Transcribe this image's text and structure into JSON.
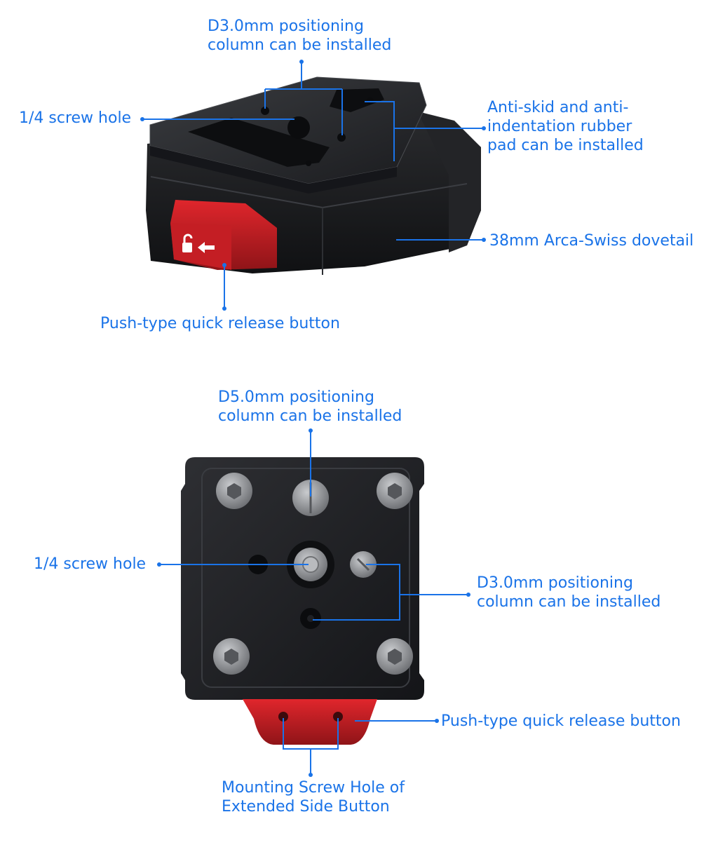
{
  "colors": {
    "annotation": "#1a73e8",
    "body_dark": "#1c1d20",
    "button_red": "#c41e24",
    "screw_silver": "#8d8f92"
  },
  "icons": {
    "lock": "unlock-icon",
    "arrow": "arrow-left-icon"
  },
  "top_view": {
    "labels": {
      "positioning_d3": [
        "D3.0mm positioning",
        "column can be installed"
      ],
      "screw_hole": "1/4 screw hole",
      "rubber_pad": [
        "Anti-skid and anti-",
        "indentation rubber",
        "pad can be installed"
      ],
      "dovetail": "38mm Arca-Swiss dovetail",
      "release_button": "Push-type quick release button"
    }
  },
  "bottom_view": {
    "labels": {
      "positioning_d5": [
        "D5.0mm positioning",
        "column can be installed"
      ],
      "screw_hole": "1/4 screw hole",
      "positioning_d3": [
        "D3.0mm positioning",
        "column can be installed"
      ],
      "release_button": "Push-type quick release button",
      "mounting_hole": [
        "Mounting Screw Hole of",
        "Extended Side Button"
      ]
    }
  }
}
